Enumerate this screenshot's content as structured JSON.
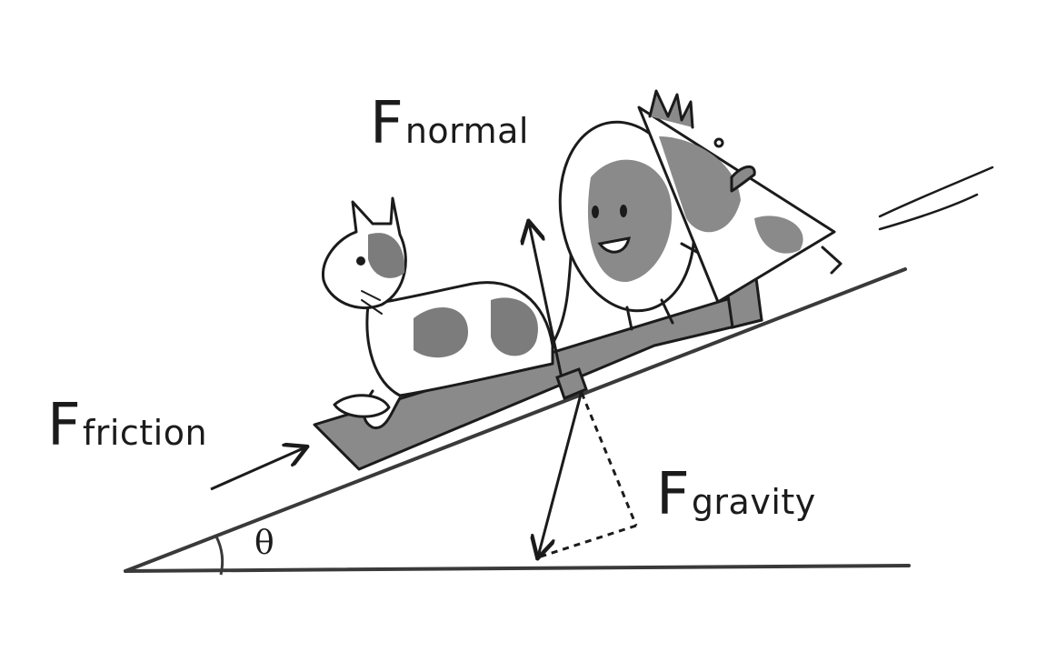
{
  "labels": {
    "normal": {
      "main": "F",
      "sub": "normal"
    },
    "friction": {
      "main": "F",
      "sub": "friction"
    },
    "gravity": {
      "main": "F",
      "sub": "gravity"
    },
    "angle": "θ"
  },
  "colors": {
    "ink": "#1b1b1b",
    "sled_fill": "#8a8a8a",
    "spot_fill": "#7c7c7c",
    "body_fill": "#ffffff"
  },
  "figures": [
    "cat",
    "egg-character",
    "triangle-character",
    "sled"
  ]
}
